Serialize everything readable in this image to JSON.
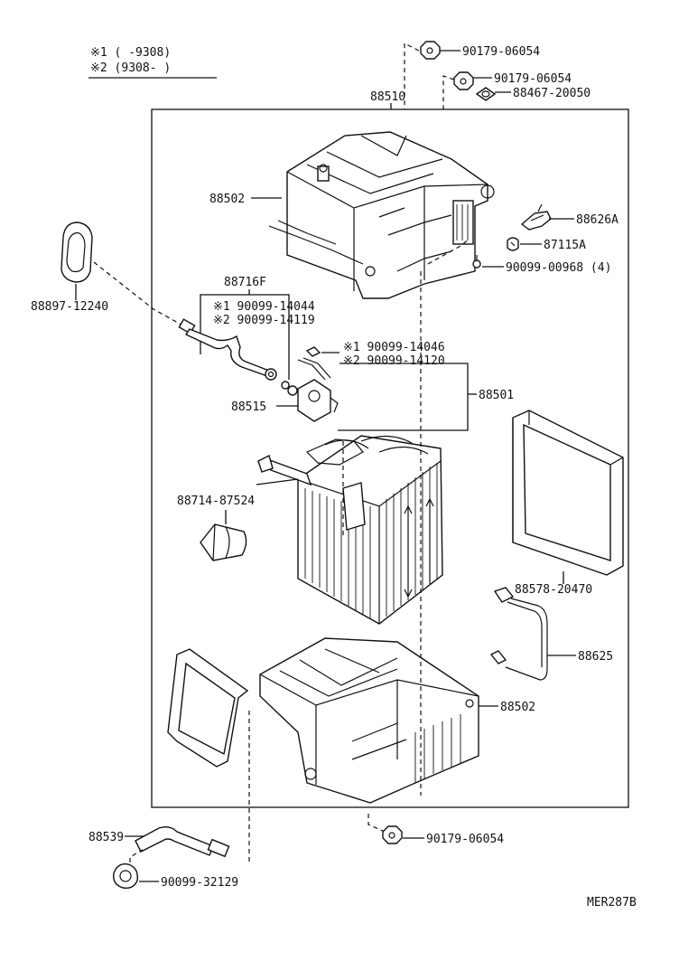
{
  "legend": {
    "line1": "※1 (    -9308)",
    "line2": "※2 (9308-    )"
  },
  "callouts": {
    "c_90179_06054_top": "90179-06054",
    "c_90179_06054_mid": "90179-06054",
    "c_88467_20050": "88467-20050",
    "c_88510": "88510",
    "c_88502_top": "88502",
    "c_88626A": "88626A",
    "c_87115A": "87115A",
    "c_90099_00968": "90099-00968 (4)",
    "c_88897_12240": "88897-12240",
    "c_88716F": "88716F",
    "c_90099_14044": "※1  90099-14044",
    "c_90099_14119": "※2  90099-14119",
    "c_90099_14046": "※1  90099-14046",
    "c_90099_14120": "※2  90099-14120",
    "c_88501": "88501",
    "c_88515": "88515",
    "c_88714_87524": "88714-87524",
    "c_88578_20470": "88578-20470",
    "c_88625": "88625",
    "c_88502_bottom": "88502",
    "c_88539": "88539",
    "c_90179_06054_bottom": "90179-06054",
    "c_90099_32129": "90099-32129"
  },
  "diagram_code": "MER287B"
}
